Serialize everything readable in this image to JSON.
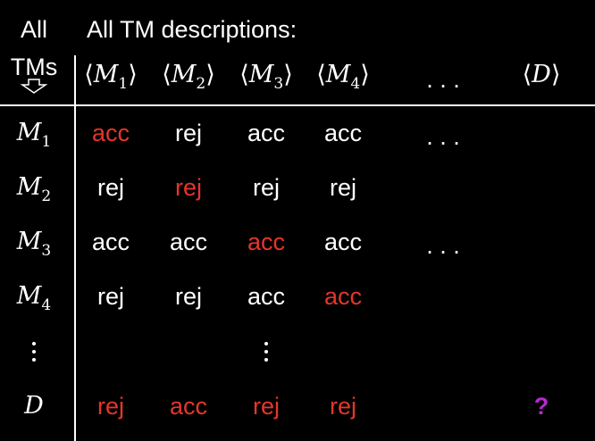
{
  "corner": {
    "line1": "All",
    "line2": "TMs"
  },
  "heading": "All TM descriptions:",
  "columns": [
    {
      "sym": "M",
      "sub": "1"
    },
    {
      "sym": "M",
      "sub": "2"
    },
    {
      "sym": "M",
      "sub": "3"
    },
    {
      "sym": "M",
      "sub": "4"
    },
    {
      "sym": "D",
      "sub": ""
    }
  ],
  "col_ellipsis": ". . .",
  "rows": [
    {
      "sym": "M",
      "sub": "1",
      "cells": [
        "acc",
        "rej",
        "acc",
        "acc"
      ],
      "ellipsis": ". . ."
    },
    {
      "sym": "M",
      "sub": "2",
      "cells": [
        "rej",
        "rej",
        "rej",
        "rej"
      ],
      "ellipsis": ""
    },
    {
      "sym": "M",
      "sub": "3",
      "cells": [
        "acc",
        "acc",
        "acc",
        "acc"
      ],
      "ellipsis": ". . ."
    },
    {
      "sym": "M",
      "sub": "4",
      "cells": [
        "rej",
        "rej",
        "acc",
        "acc"
      ],
      "ellipsis": ""
    }
  ],
  "d_row": {
    "sym": "D",
    "cells": [
      "rej",
      "acc",
      "rej",
      "rej"
    ],
    "answer": "?"
  },
  "colors": {
    "diagonal": "#e4362b",
    "question": "#b728cf",
    "text": "#ffffff",
    "background": "#000000"
  }
}
